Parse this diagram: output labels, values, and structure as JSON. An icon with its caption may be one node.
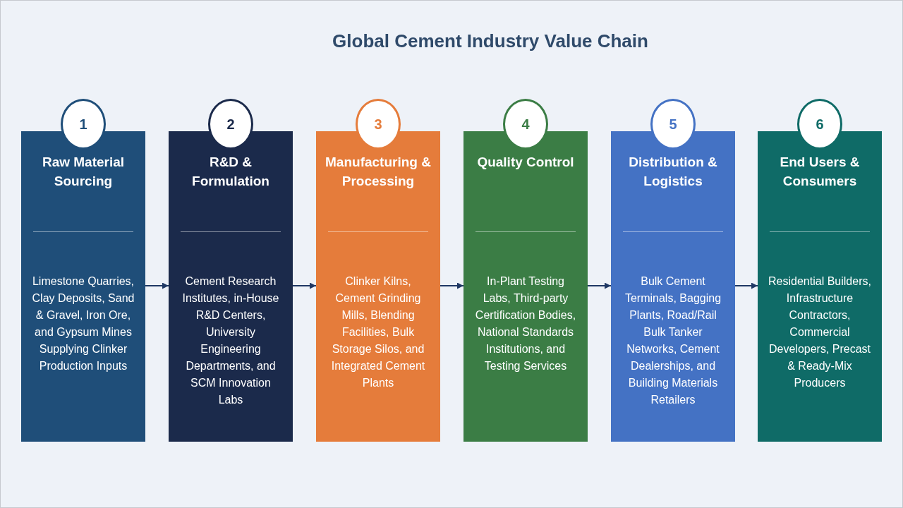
{
  "diagram": {
    "title": "Global Cement Industry Value Chain",
    "nodes": [
      {
        "text": [
          "1"
        ]
      },
      {
        "text": [
          "Raw Material Sourcing",
          "Limestone Quarries, Clay Deposits, Sand & Gravel, Iron Ore, and Gypsum Mines Supplying Clinker Production Inputs"
        ]
      },
      {
        "text": [
          "2"
        ]
      },
      {
        "text": [
          "R&D & Formulation",
          "Cement Research Institutes, in-House R&D Centers, University Engineering Departments, and SCM Innovation Labs"
        ]
      },
      {
        "text": [
          "3"
        ]
      },
      {
        "text": [
          "Manufacturing & Processing",
          "Clinker Kilns, Cement Grinding Mills, Blending Facilities, Bulk Storage Silos, and Integrated Cement Plants"
        ]
      },
      {
        "text": [
          "4"
        ]
      },
      {
        "text": [
          "Quality Control",
          "In-Plant Testing Labs, Third-party Certification Bodies, National Standards Institutions, and Testing Services"
        ]
      },
      {
        "text": [
          "5"
        ]
      },
      {
        "text": [
          "Distribution & Logistics",
          "Bulk Cement Terminals, Bagging Plants, Road/Rail Bulk Tanker Networks, Cement Dealerships, and Building Materials Retailers"
        ]
      },
      {
        "text": [
          "6"
        ]
      },
      {
        "text": [
          "End Users & Consumers",
          "Residential Builders, Infrastructure Contractors, Commercial Developers, Precast & Ready-Mix Producers"
        ]
      }
    ],
    "edges": [
      {
        "from": 1,
        "to": 3,
        "arrow": "to"
      },
      {
        "from": 3,
        "to": 5,
        "arrow": "to"
      },
      {
        "from": 5,
        "to": 7,
        "arrow": "to"
      },
      {
        "from": 7,
        "to": 9,
        "arrow": "to"
      },
      {
        "from": 9,
        "to": 11,
        "arrow": "to"
      }
    ]
  }
}
